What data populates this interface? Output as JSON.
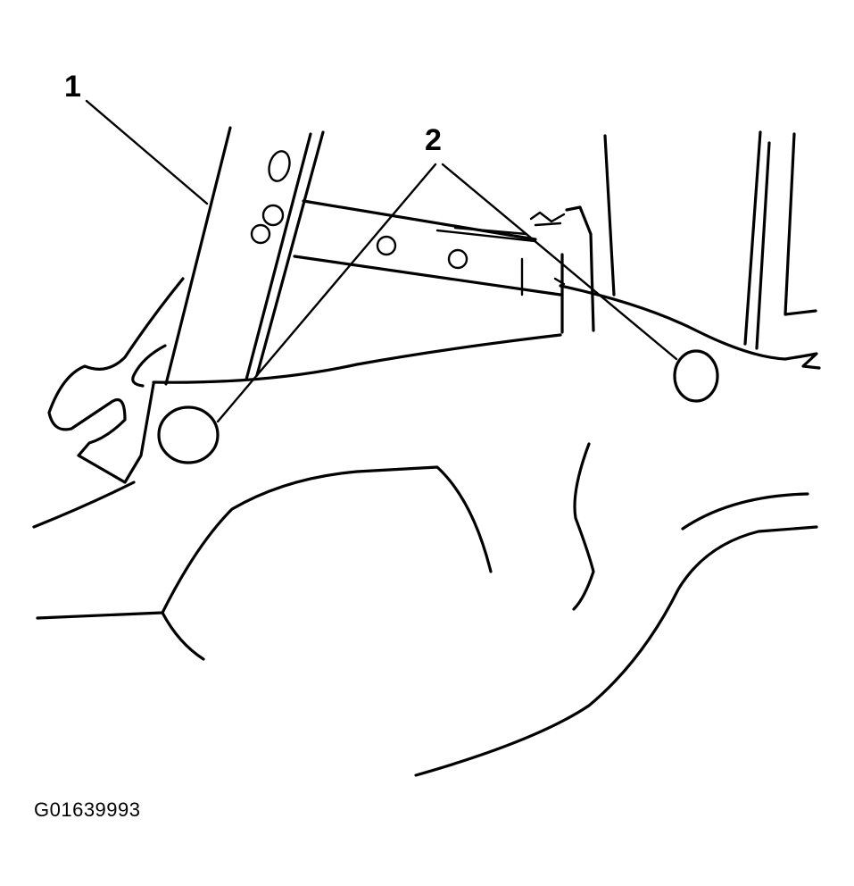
{
  "callouts": {
    "one": "1",
    "two": "2"
  },
  "figure_id": "G01639993",
  "colors": {
    "ink": "#000000",
    "background": "#ffffff"
  }
}
